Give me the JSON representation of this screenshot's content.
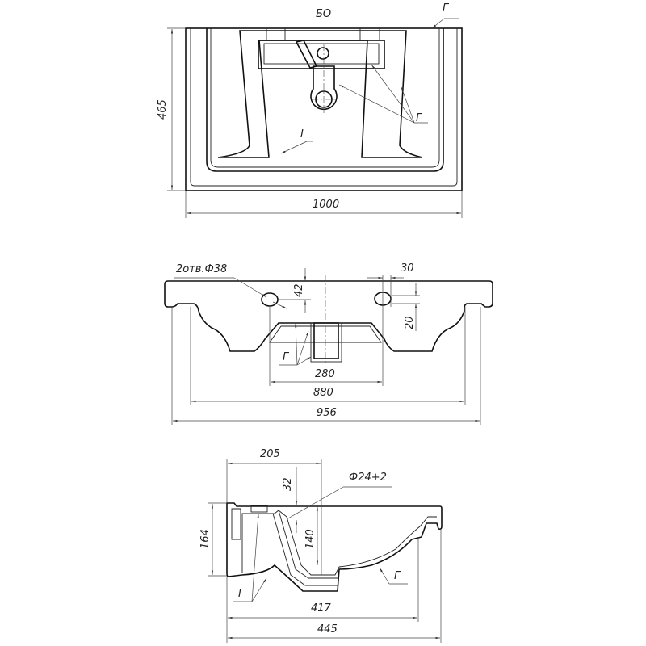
{
  "top_view": {
    "view_mark": "БО",
    "label_g_top": "Г",
    "label_g_right": "Г",
    "label_i": "I",
    "dim_depth": "465",
    "dim_width": "1000"
  },
  "front_view": {
    "holes_note": "2отв.Ф38",
    "dim_42": "42",
    "dim_30": "30",
    "dim_20": "20",
    "label_g": "Г",
    "dim_280": "280",
    "dim_880": "880",
    "dim_956": "956"
  },
  "side_view": {
    "dim_205": "205",
    "dim_32": "32",
    "hole_note": "Ф24+2",
    "dim_164": "164",
    "dim_140": "140",
    "label_g": "Г",
    "label_i": "I",
    "dim_417": "417",
    "dim_445": "445"
  }
}
